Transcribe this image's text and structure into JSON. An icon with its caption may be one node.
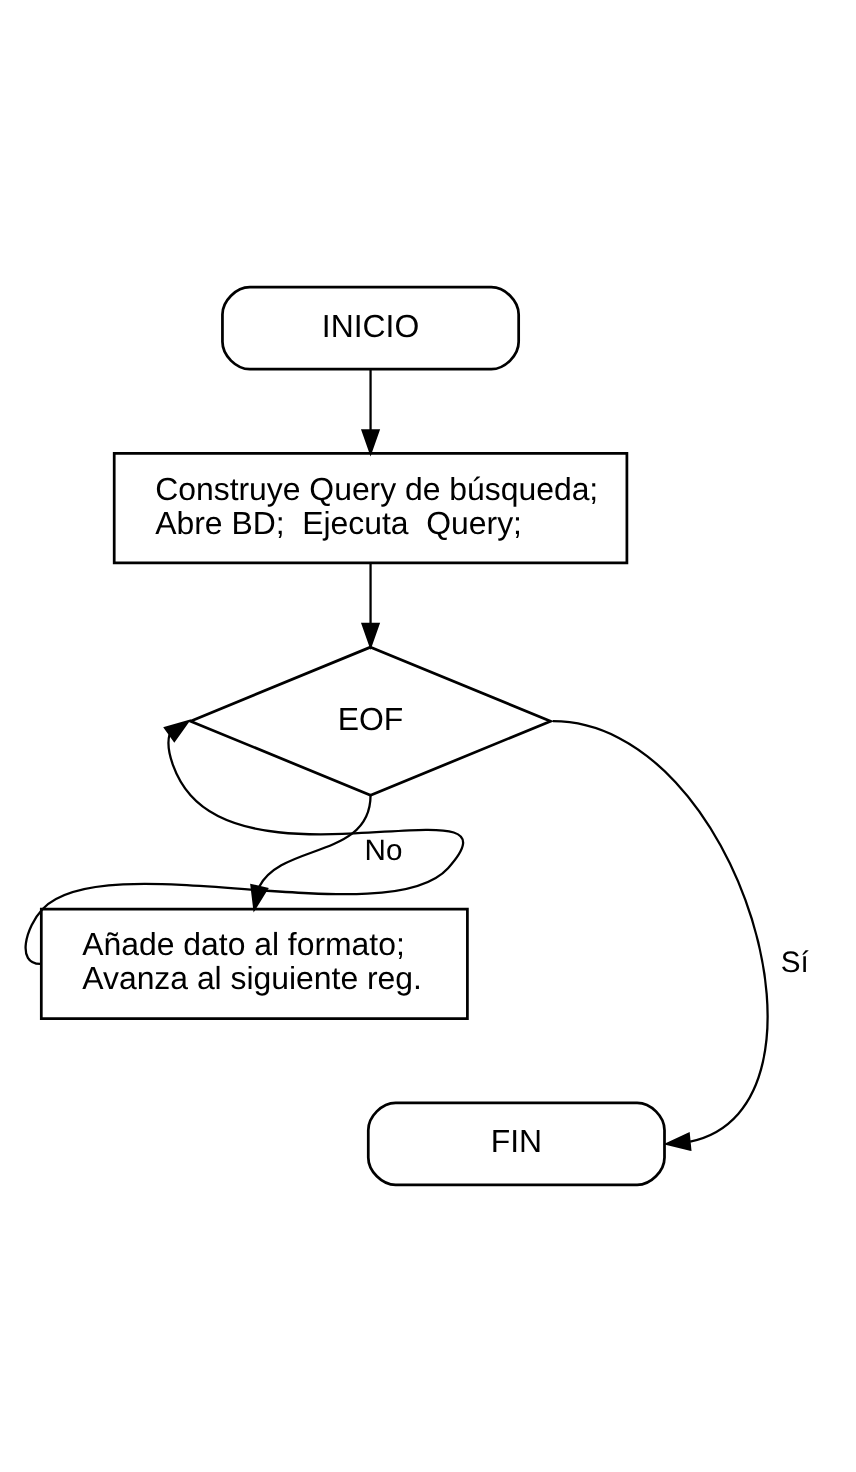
{
  "diagram": {
    "nodes": [
      {
        "text": [
          "INICIO"
        ]
      },
      {
        "text": [
          "Construye Query de búsqueda; Abre BD;  Ejecuta  Query;"
        ]
      },
      {
        "text": [
          "EOF"
        ]
      },
      {
        "text": [
          "Añade dato al formato; Avanza al siguiente reg."
        ]
      },
      {
        "text": [
          "FIN"
        ]
      }
    ],
    "edges": [
      {
        "from": 0,
        "to": 1,
        "arrow": "to"
      },
      {
        "from": 1,
        "to": 2,
        "arrow": "to"
      },
      {
        "from": 2,
        "to": 3,
        "arrow": "to",
        "label": "No"
      },
      {
        "from": 2,
        "to": 4,
        "arrow": "to",
        "label": "Sí"
      },
      {
        "from": 3,
        "to": 2,
        "arrow": "to"
      }
    ]
  }
}
